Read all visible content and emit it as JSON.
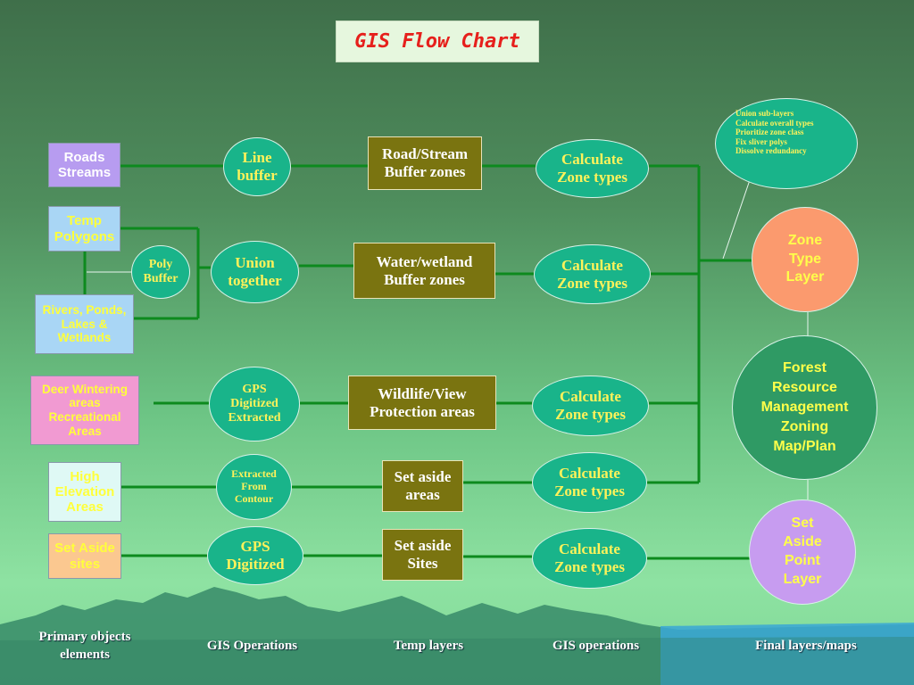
{
  "title": "GIS Flow Chart",
  "primary": {
    "roads_streams": "Roads\nStreams",
    "temp_polygons": "Temp\nPolygons",
    "rivers": "Rivers, Ponds,\nLakes &\nWetlands",
    "deer": "Deer Wintering\nareas\nRecreational\nAreas",
    "high_elevation": "High\nElevation\nAreas",
    "set_aside_sites": "Set Aside\nsites"
  },
  "operations": {
    "line_buffer": "Line\nbuffer",
    "poly_buffer": "Poly\nBuffer",
    "union_together": "Union\ntogether",
    "gps_extracted": "GPS\nDigitized\nExtracted",
    "extracted_contour": "Extracted\nFrom\nContour",
    "gps_digitized": "GPS\nDigitized"
  },
  "temp_layers": {
    "road_stream": "Road/Stream\nBuffer zones",
    "water_wetland": "Water/wetland\nBuffer zones",
    "wildlife_view": "Wildlife/View\nProtection areas",
    "set_aside_areas": "Set aside\nareas",
    "set_aside_sites": "Set aside\nSites"
  },
  "calculate": [
    "Calculate\nZone types",
    "Calculate\nZone types",
    "Calculate\nZone types",
    "Calculate\nZone types",
    "Calculate\nZone types"
  ],
  "note_items": [
    "Union sub-layers",
    "Calculate overall types",
    "Prioritize zone class",
    "Fix sliver polys",
    "Dissolve redundancy"
  ],
  "final": {
    "zone_type_layer": "Zone\nType\nLayer",
    "forest_plan": "Forest\nResource\nManagement\nZoning\nMap/Plan",
    "set_aside_point": "Set\nAside\nPoint\nLayer"
  },
  "footer": {
    "primary": "Primary objects\nelements",
    "gis_ops": "GIS Operations",
    "temp_layers": "Temp layers",
    "gis_ops2": "GIS operations",
    "final": "Final layers/maps"
  },
  "colors": {
    "primary_purple": "#b79cf0",
    "primary_blue": "#a9d6f5",
    "primary_pink": "#f19ad2",
    "primary_cyan": "#dff9f5",
    "primary_peach": "#fbc890",
    "zone_orange": "#fb9a6e",
    "forest_green": "#2f9a64",
    "set_aside_violet": "#c79cf0",
    "connector": "#0d8a1e"
  }
}
